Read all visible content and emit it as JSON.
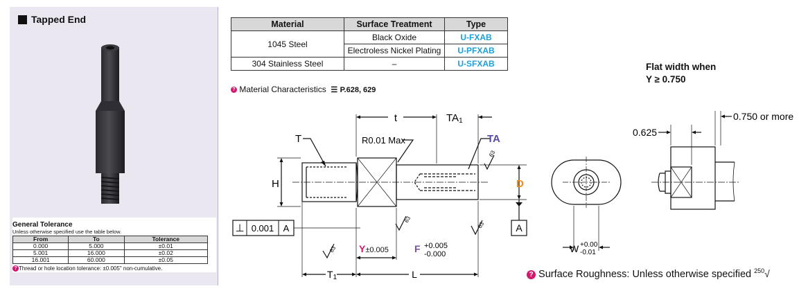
{
  "product": {
    "title": "Tapped End"
  },
  "tolerance": {
    "title": "General Tolerance",
    "subtitle": "Unless otherwise specified use the table below.",
    "headers": [
      "From",
      "To",
      "Tolerance"
    ],
    "rows": [
      [
        "0.000",
        "5.000",
        "±0.01"
      ],
      [
        "5.001",
        "16.000",
        "±0.02"
      ],
      [
        "16.001",
        "60.000",
        "±0.05"
      ]
    ],
    "note": "Thread or hole location tolerance: ±0.005\" non-cumulative."
  },
  "material_table": {
    "headers": [
      "Material",
      "Surface Treatment",
      "Type"
    ],
    "steel": "1045 Steel",
    "black_oxide": "Black Oxide",
    "code_fxab": "U-FXAB",
    "nickel": "Electroless Nickel Plating",
    "code_pfxab": "U-PFXAB",
    "stainless": "304 Stainless Steel",
    "dash": "–",
    "code_sfxab": "U-SFXAB"
  },
  "material_link": {
    "text": "Material Characteristics",
    "pages": "P.628, 629"
  },
  "flat_note": {
    "line1": "Flat width when",
    "line2": "Y ≥ 0.750"
  },
  "surface_note": {
    "text": "Surface Roughness: Unless otherwise specified",
    "value": "250"
  },
  "dims": {
    "t": "t",
    "ta1": "TA",
    "ta1_sub": "1",
    "T": "T",
    "r": "R0.01 Max",
    "TA": "TA",
    "H": "H",
    "D": "D",
    "perp": "⊥",
    "perp_val": "0.001",
    "datum": "A",
    "rough63": "63",
    "Y": "Y",
    "Y_tol": "±0.005",
    "F": "F",
    "F_plus": "+0.005",
    "F_minus": "-0.000",
    "T1": "T",
    "T1_sub": "1",
    "L": "L",
    "W": "W",
    "W_plus": "+0.00",
    "W_minus": "-0.01",
    "w625": "0.625",
    "w750": "0.750 or more"
  },
  "colors": {
    "accent": "#1aa0d8",
    "Y": "#d3186e",
    "F": "#7a4fa0",
    "TA": "#5a47a8",
    "D": "#f08a1e"
  }
}
